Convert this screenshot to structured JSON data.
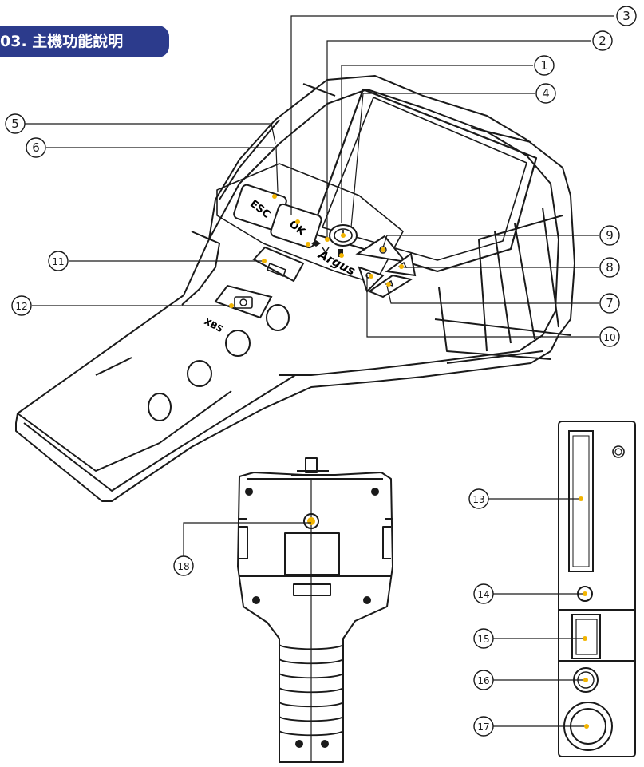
{
  "header": {
    "title": "03. 主機功能說明"
  },
  "device": {
    "brand": "Argus",
    "buttons": {
      "esc": "ESC",
      "ok": "OK"
    },
    "model": "XBS"
  },
  "callouts": [
    {
      "id": "c1",
      "num": "1"
    },
    {
      "id": "c2",
      "num": "2"
    },
    {
      "id": "c3",
      "num": "3"
    },
    {
      "id": "c4",
      "num": "4"
    },
    {
      "id": "c5",
      "num": "5"
    },
    {
      "id": "c6",
      "num": "6"
    },
    {
      "id": "c7",
      "num": "7"
    },
    {
      "id": "c8",
      "num": "8"
    },
    {
      "id": "c9",
      "num": "9"
    },
    {
      "id": "c10",
      "num": "10"
    },
    {
      "id": "c11",
      "num": "11"
    },
    {
      "id": "c12",
      "num": "12"
    },
    {
      "id": "c13",
      "num": "13"
    },
    {
      "id": "c14",
      "num": "14"
    },
    {
      "id": "c15",
      "num": "15"
    },
    {
      "id": "c16",
      "num": "16"
    },
    {
      "id": "c17",
      "num": "17"
    },
    {
      "id": "c18",
      "num": "18"
    }
  ],
  "colors": {
    "accent": "#2c3b8c",
    "marker": "#f2b400",
    "line": "#1a1a1a"
  }
}
